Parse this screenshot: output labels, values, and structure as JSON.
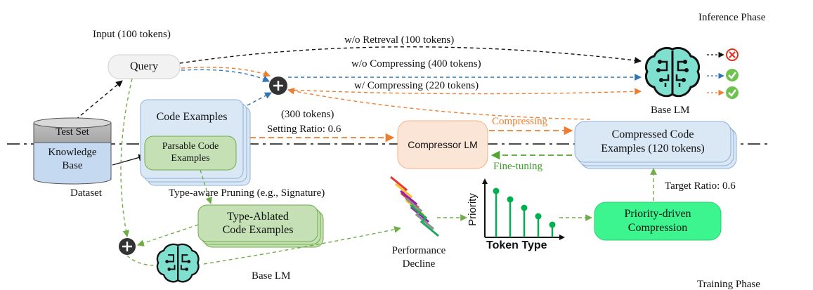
{
  "phases": {
    "inference": "Inference Phase",
    "training": "Training Phase"
  },
  "input_label": "Input (100 tokens)",
  "query": "Query",
  "arrows": {
    "wo_retrieval": "w/o Retreval (100 tokens)",
    "wo_compressing": "w/o Compressing (400 tokens)",
    "w_compressing": "w/ Compressing (220 tokens)",
    "tokens_300": "(300 tokens)",
    "setting_ratio": "Setting Ratio: 0.6",
    "compressing": "Compressing",
    "fine_tuning": "Fine-tuning",
    "target_ratio": "Target Ratio: 0.6",
    "type_aware_pruning": "Type-aware Pruning (e.g., Signature)"
  },
  "base_lm": "Base LM",
  "dataset": {
    "test_set": "Test Set",
    "knowledge_base_line1": "Knowledge",
    "knowledge_base_line2": "Base",
    "label": "Dataset"
  },
  "code_examples": {
    "title": "Code Examples",
    "parsable_line1": "Parsable Code",
    "parsable_line2": "Examples"
  },
  "compressor_lm": "Compressor LM",
  "compressed": {
    "line1": "Compressed Code",
    "line2": "Examples (120 tokens)"
  },
  "type_ablated": {
    "line1": "Type-Ablated",
    "line2": "Code Examples"
  },
  "performance": {
    "line1": "Performance",
    "line2": "Decline"
  },
  "priority_chart": {
    "ylabel": "Priority",
    "xlabel": "Token Type"
  },
  "priority_driven": {
    "line1": "Priority-driven",
    "line2": "Compression"
  },
  "results": [
    "incorrect",
    "correct",
    "correct"
  ],
  "colors": {
    "black_arrow": "#111111",
    "blue_arrow": "#2e75b6",
    "orange_arrow": "#ed7d31",
    "green_arrow": "#70ad47",
    "query_fill": "#f2f2f2",
    "code_fill": "#dae7f5",
    "parsable_fill": "#c5e0b4",
    "compressor_fill": "#fbe5d6",
    "priority_fill": "#3df58f",
    "stem_green": "#00b050",
    "check_green": "#70c24f",
    "cross_red": "#e0301e"
  }
}
